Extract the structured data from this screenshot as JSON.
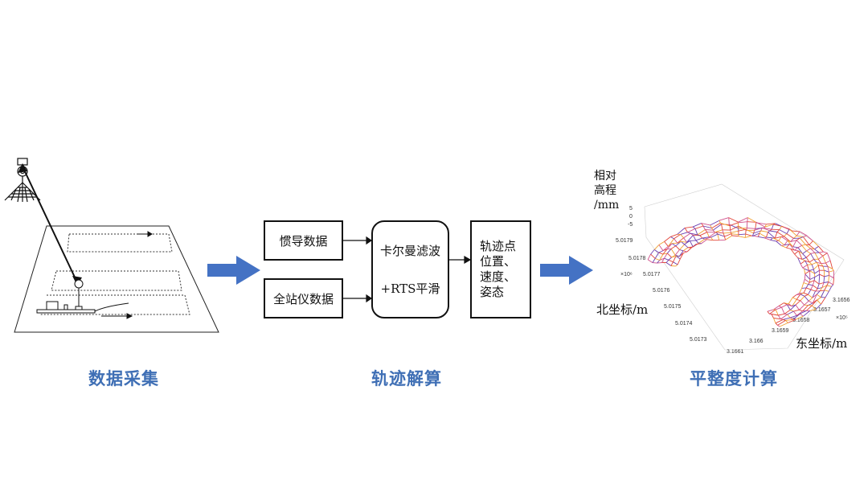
{
  "stages": {
    "collect_caption": "数据采集",
    "solve_caption": "轨迹解算",
    "flatness_caption": "平整度计算"
  },
  "solve": {
    "inertial_label": "惯导数据",
    "total_station_label": "全站仪数据",
    "filter_line1": "卡尔曼滤波",
    "filter_line2": "+RTS平滑",
    "output_line1": "轨迹点",
    "output_line2": "位置、",
    "output_line3": "速度、",
    "output_line4": "姿态"
  },
  "plot3d": {
    "z_label_line1": "相对",
    "z_label_line2": "高程",
    "z_label_line3": "/mm",
    "y_label": "北坐标/m",
    "x_label": "东坐标/m",
    "z_ticks": [
      "5",
      "0",
      "-5"
    ],
    "y_ticks": [
      "5.0179",
      "5.0178",
      "5.0177",
      "5.0176",
      "5.0175",
      "5.0174",
      "5.0173"
    ],
    "y_exp": "×10⁶",
    "x_ticks": [
      "3.1656",
      "3.1657",
      "3.1658",
      "3.1659",
      "3.166",
      "3.1661"
    ],
    "x_exp": "×10⁵"
  },
  "colors": {
    "arrow_blue": "#4472c4",
    "caption_blue": "#3f6fb5",
    "mesh_red": "#e2453a",
    "mesh_purple": "#6b3fb0",
    "mesh_orange": "#f0a030"
  }
}
